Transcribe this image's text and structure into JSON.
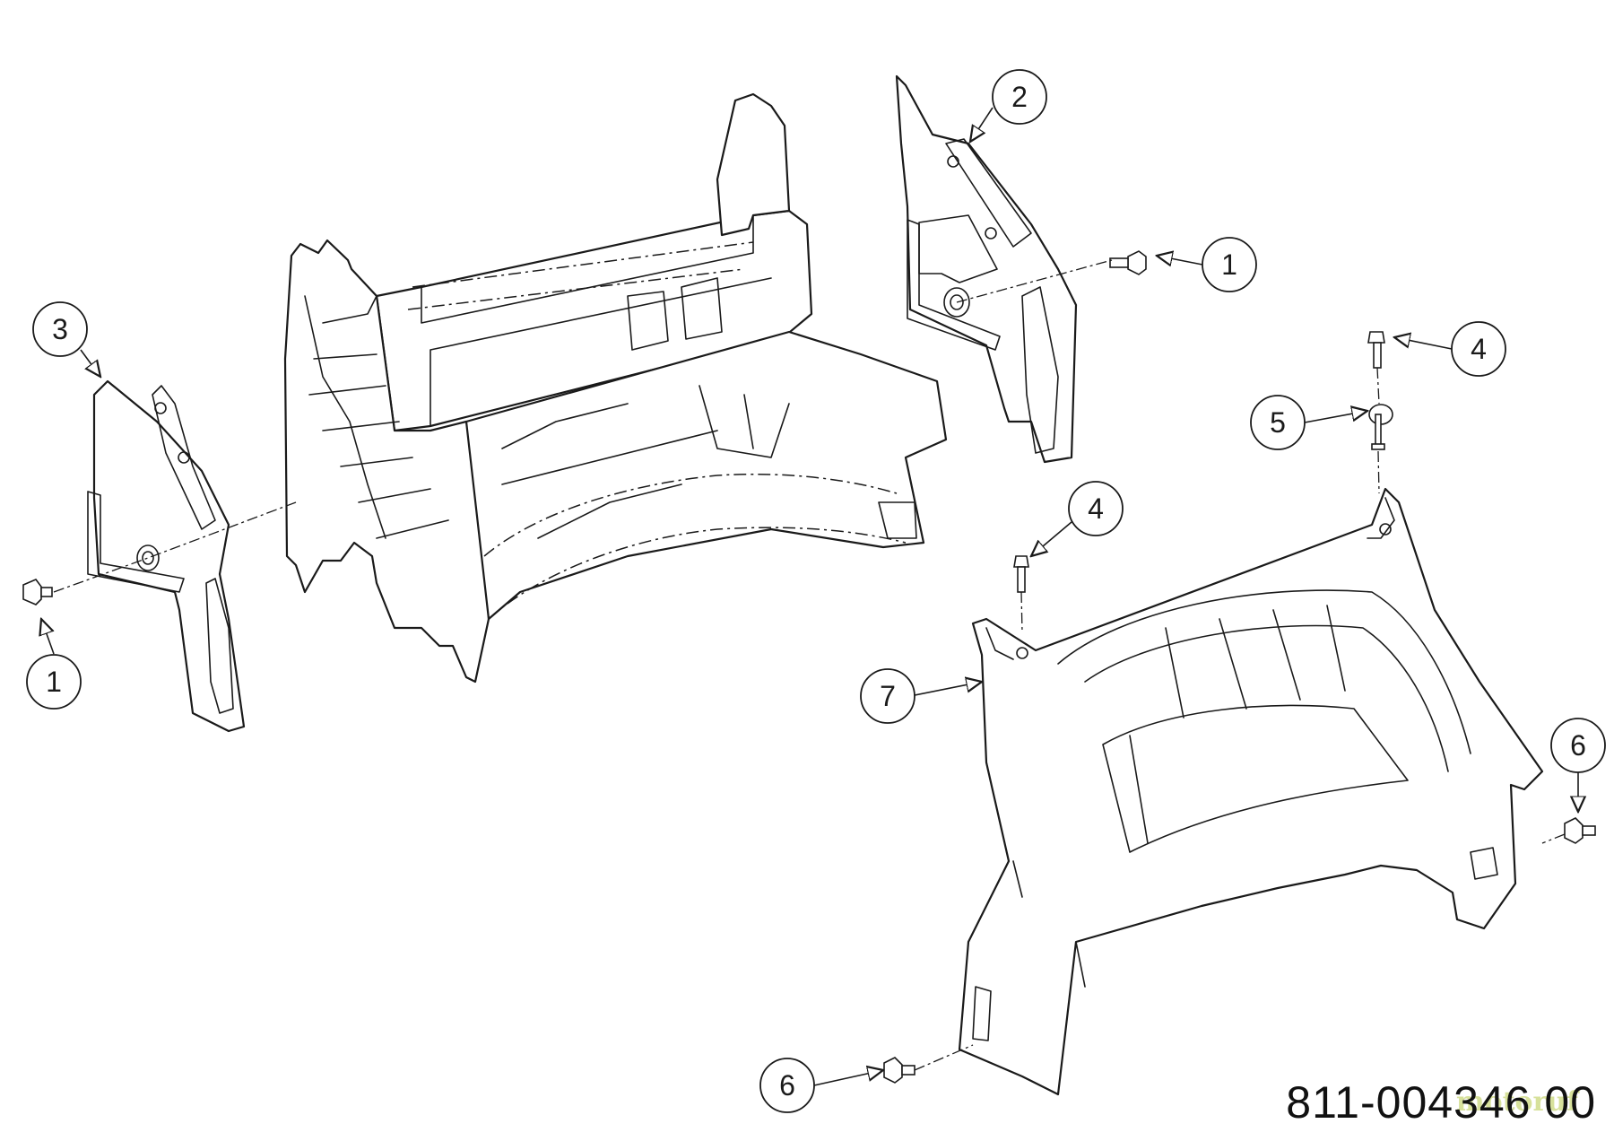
{
  "diagram": {
    "part_number": "811-004346 00",
    "watermark": "motoruf"
  },
  "callouts": [
    {
      "id": "c-1-left",
      "label": "1"
    },
    {
      "id": "c-1-right",
      "label": "1"
    },
    {
      "id": "c-2",
      "label": "2"
    },
    {
      "id": "c-3",
      "label": "3"
    },
    {
      "id": "c-4-top",
      "label": "4"
    },
    {
      "id": "c-4-mid",
      "label": "4"
    },
    {
      "id": "c-5",
      "label": "5"
    },
    {
      "id": "c-6-bottom",
      "label": "6"
    },
    {
      "id": "c-6-right",
      "label": "6"
    },
    {
      "id": "c-7",
      "label": "7"
    }
  ]
}
